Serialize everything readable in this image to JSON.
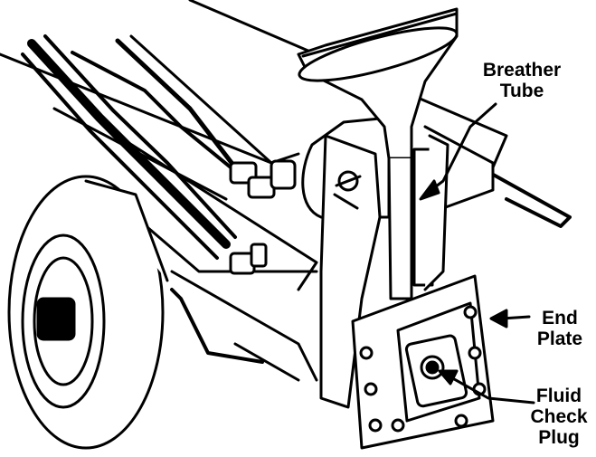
{
  "labels": {
    "breather_tube": [
      "Breather",
      "Tube"
    ],
    "end_plate": [
      "End",
      "Plate"
    ],
    "fluid_check_plug": [
      "Fluid",
      "Check",
      "Plug"
    ]
  },
  "colors": {
    "ink": "#000000",
    "paper": "#ffffff"
  }
}
